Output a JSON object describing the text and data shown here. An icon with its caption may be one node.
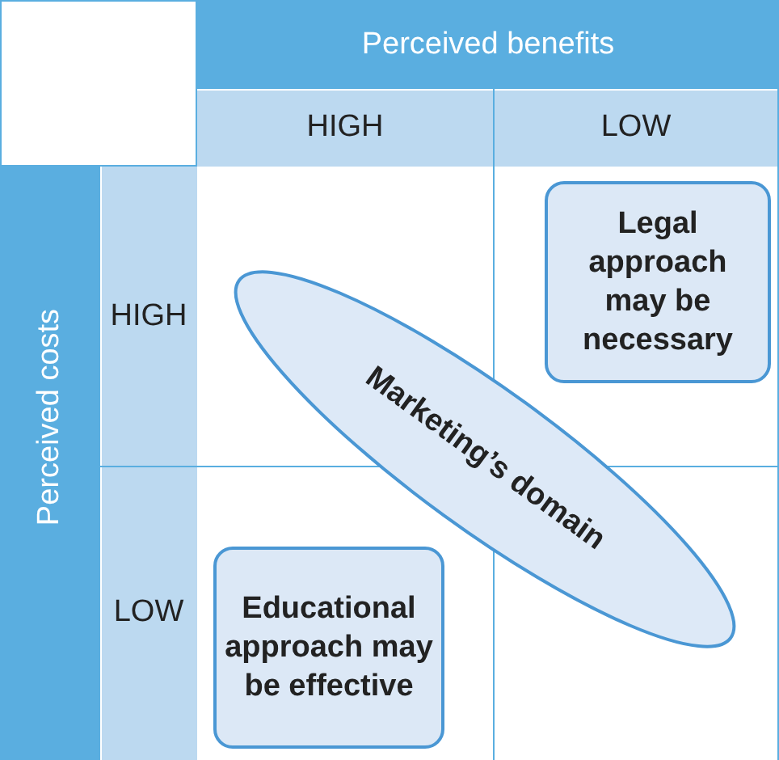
{
  "diagram": {
    "nodes": [
      {
        "text": [
          "Legal approach may be necessary"
        ]
      },
      {
        "text": [
          "Marketing’s domain"
        ]
      },
      {
        "text": [
          "Educational approach may be effective"
        ]
      }
    ],
    "labels": [
      "Perceived benefits",
      "HIGH",
      "LOW",
      "Perceived costs",
      "HIGH",
      "LOW"
    ]
  }
}
